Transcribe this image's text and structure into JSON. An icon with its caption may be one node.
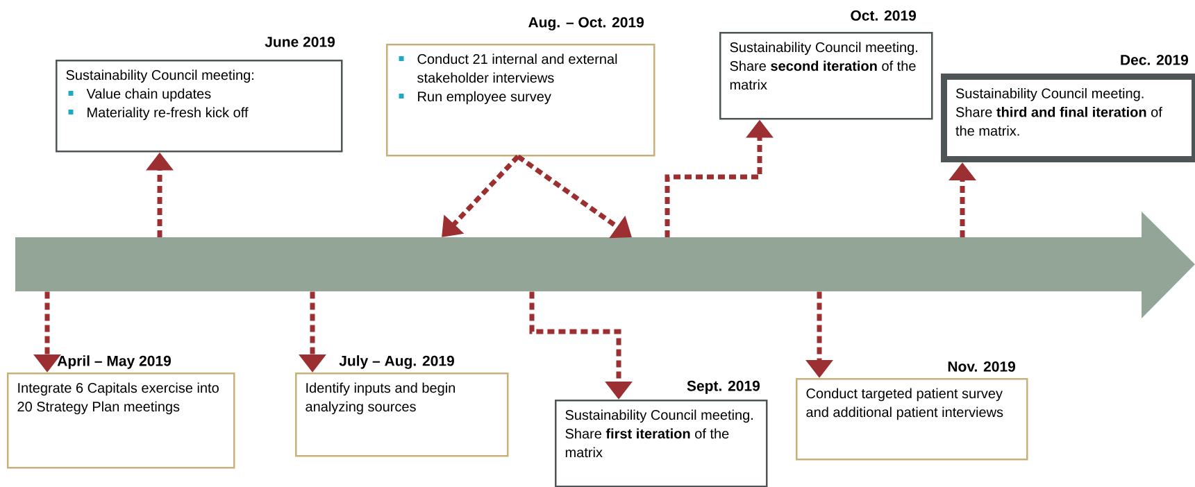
{
  "diagram": {
    "nodes": [
      {
        "text": [
          "June 2019",
          "Sustainability Council meeting:",
          "Value chain updates",
          "Materiality re-fresh kick off"
        ]
      },
      {
        "text": [
          "Aug. – Oct. 2019",
          "Conduct 21 internal and external stakeholder interviews",
          "Run employee survey"
        ]
      },
      {
        "text": [
          "Oct. 2019",
          "Sustainability Council meeting. Share **second iteration** of the matrix"
        ]
      },
      {
        "text": [
          "Dec. 2019",
          "Sustainability Council meeting. Share **third and final iteration** of the matrix."
        ]
      },
      {
        "text": [],
        "shape": "arrow"
      },
      {
        "text": [
          "April – May 2019",
          "Integrate 6 Capitals exercise into 20 Strategy Plan meetings"
        ]
      },
      {
        "text": [
          "July – Aug. 2019",
          "Identify inputs and begin analyzing sources"
        ]
      },
      {
        "text": [
          "Sept. 2019",
          "Sustainability Council meeting. Share **first iteration** of the matrix"
        ]
      },
      {
        "text": [
          "Nov. 2019",
          "Conduct targeted patient survey and additional patient interviews"
        ]
      }
    ],
    "edges": [
      {
        "from": 4,
        "to": 0,
        "arrow": "to",
        "style": "dashed"
      },
      {
        "from": 1,
        "to": 4,
        "arrow": "to",
        "style": "dashed"
      },
      {
        "from": 1,
        "to": 4,
        "arrow": "to",
        "style": "dashed"
      },
      {
        "from": 4,
        "to": 2,
        "arrow": "to",
        "style": "dashed"
      },
      {
        "from": 4,
        "to": 3,
        "arrow": "to",
        "style": "dashed"
      },
      {
        "from": 4,
        "to": 5,
        "arrow": "to",
        "style": "dashed"
      },
      {
        "from": 4,
        "to": 6,
        "arrow": "to",
        "style": "dashed"
      },
      {
        "from": 4,
        "to": 7,
        "arrow": "to",
        "style": "dashed"
      },
      {
        "from": 4,
        "to": 8,
        "arrow": "to",
        "style": "dashed"
      }
    ]
  }
}
